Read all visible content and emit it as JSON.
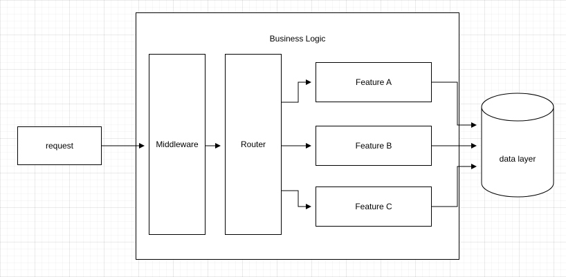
{
  "diagram": {
    "title": "Business Logic",
    "colors": {
      "stroke": "#000000",
      "fill": "#ffffff",
      "background": "#ffffff",
      "grid": "#ededed"
    },
    "nodes": {
      "request": {
        "label": "request",
        "shape": "rectangle"
      },
      "business_logic": {
        "label": "Business Logic",
        "shape": "container"
      },
      "middleware": {
        "label": "Middleware",
        "shape": "rectangle"
      },
      "router": {
        "label": "Router",
        "shape": "rectangle"
      },
      "feature_a": {
        "label": "Feature A",
        "shape": "rectangle"
      },
      "feature_b": {
        "label": "Feature B",
        "shape": "rectangle"
      },
      "feature_c": {
        "label": "Feature C",
        "shape": "rectangle"
      },
      "data_layer": {
        "label": "data layer",
        "shape": "cylinder"
      }
    },
    "edges": [
      {
        "from": "request",
        "to": "middleware",
        "style": "arrow"
      },
      {
        "from": "middleware",
        "to": "router",
        "style": "arrow"
      },
      {
        "from": "router",
        "to": "feature_a",
        "style": "arrow-elbow"
      },
      {
        "from": "router",
        "to": "feature_b",
        "style": "arrow"
      },
      {
        "from": "router",
        "to": "feature_c",
        "style": "arrow-elbow"
      },
      {
        "from": "feature_a",
        "to": "data_layer",
        "style": "arrow-elbow"
      },
      {
        "from": "feature_b",
        "to": "data_layer",
        "style": "arrow"
      },
      {
        "from": "feature_c",
        "to": "data_layer",
        "style": "arrow-elbow"
      }
    ]
  }
}
